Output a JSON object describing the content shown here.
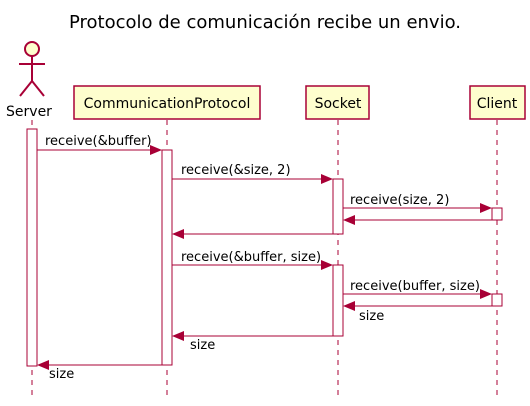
{
  "title": "Protocolo de comunicación recibe un envio.",
  "colors": {
    "line": "#a80036",
    "participant_fill": "#fefece",
    "activation_fill": "#ffffff",
    "text": "#000000"
  },
  "participants": [
    {
      "id": "server",
      "label": "Server",
      "kind": "actor"
    },
    {
      "id": "protocol",
      "label": "CommunicationProtocol",
      "kind": "participant"
    },
    {
      "id": "socket",
      "label": "Socket",
      "kind": "participant"
    },
    {
      "id": "client",
      "label": "Client",
      "kind": "participant"
    }
  ],
  "messages": [
    {
      "from": "server",
      "to": "protocol",
      "label": "receive(&buffer)",
      "kind": "call"
    },
    {
      "from": "protocol",
      "to": "socket",
      "label": "receive(&size, 2)",
      "kind": "call"
    },
    {
      "from": "socket",
      "to": "client",
      "label": "receive(size, 2)",
      "kind": "call"
    },
    {
      "from": "client",
      "to": "socket",
      "label": "",
      "kind": "return"
    },
    {
      "from": "socket",
      "to": "protocol",
      "label": "",
      "kind": "return"
    },
    {
      "from": "protocol",
      "to": "socket",
      "label": "receive(&buffer, size)",
      "kind": "call"
    },
    {
      "from": "socket",
      "to": "client",
      "label": "receive(buffer, size)",
      "kind": "call"
    },
    {
      "from": "client",
      "to": "socket",
      "label": "size",
      "kind": "return"
    },
    {
      "from": "socket",
      "to": "protocol",
      "label": "size",
      "kind": "return"
    },
    {
      "from": "protocol",
      "to": "server",
      "label": "size",
      "kind": "return"
    }
  ]
}
